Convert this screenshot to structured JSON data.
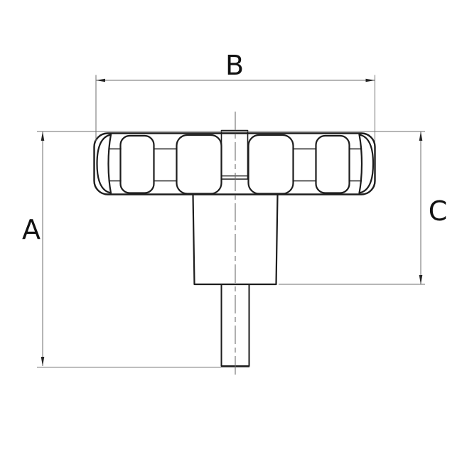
{
  "dimensions": {
    "a": {
      "label": "A"
    },
    "b": {
      "label": "B"
    },
    "c": {
      "label": "C"
    }
  },
  "colors": {
    "background": "#ffffff",
    "part_outline": "#1d1d1d",
    "dimension_lines": "#6e6e6e",
    "arrowheads": "#222222",
    "label_text": "#111111"
  }
}
